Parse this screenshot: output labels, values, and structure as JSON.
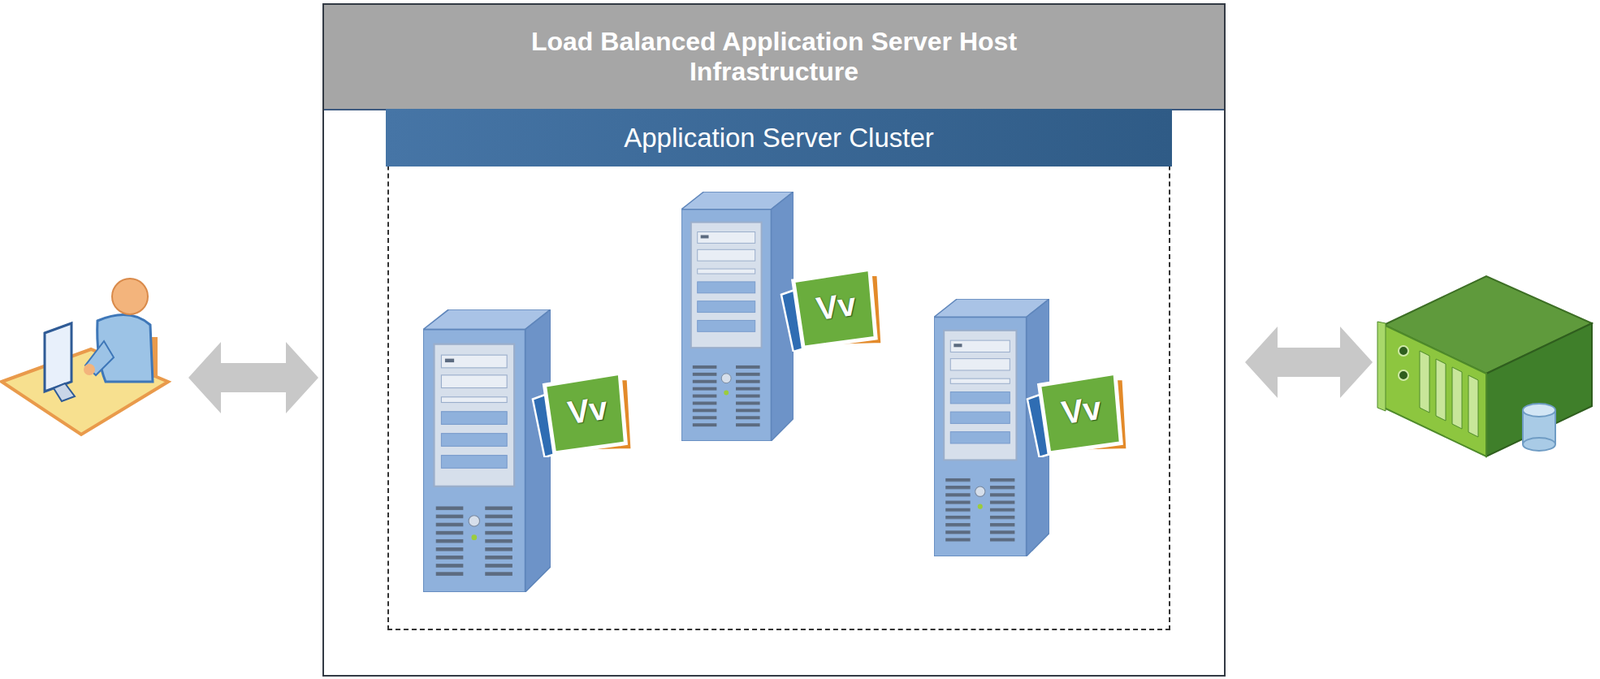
{
  "diagram": {
    "nodes": [
      {
        "text": [
          "Load Balanced Application Server Host Infrastructure"
        ]
      },
      {
        "text": [
          "Application Server Cluster"
        ],
        "in": 0
      }
    ],
    "labels": [
      "Vv",
      "Vv",
      "Vv"
    ]
  }
}
